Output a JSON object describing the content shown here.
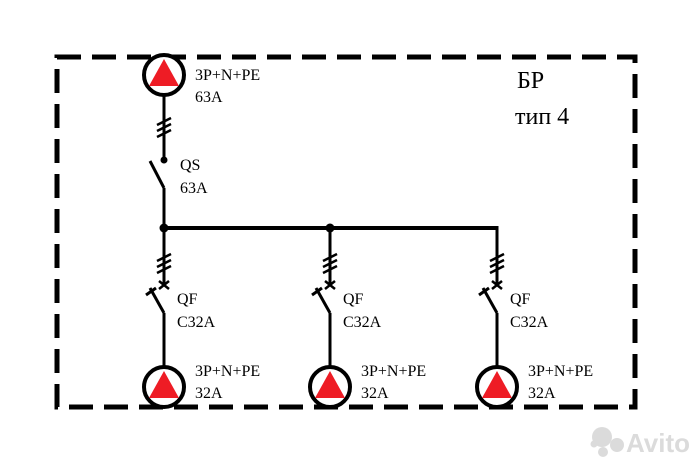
{
  "panel": {
    "name": "БР",
    "type": "тип 4"
  },
  "input": {
    "socket": "3P+N+PE",
    "rating": "63A"
  },
  "main_switch": {
    "designation": "QS",
    "rating": "63A"
  },
  "branches": [
    {
      "breaker": "QF",
      "breaker_rating": "C32A",
      "socket": "3P+N+PE",
      "socket_rating": "32A"
    },
    {
      "breaker": "QF",
      "breaker_rating": "C32A",
      "socket": "3P+N+PE",
      "socket_rating": "32A"
    },
    {
      "breaker": "QF",
      "breaker_rating": "C32A",
      "socket": "3P+N+PE",
      "socket_rating": "32A"
    }
  ],
  "colors": {
    "line": "#000000",
    "socket_fill": "#ee1c25",
    "watermark": "#d8d8d8"
  },
  "watermark": {
    "text": "Avito",
    "icon": "avito-logo-icon"
  }
}
